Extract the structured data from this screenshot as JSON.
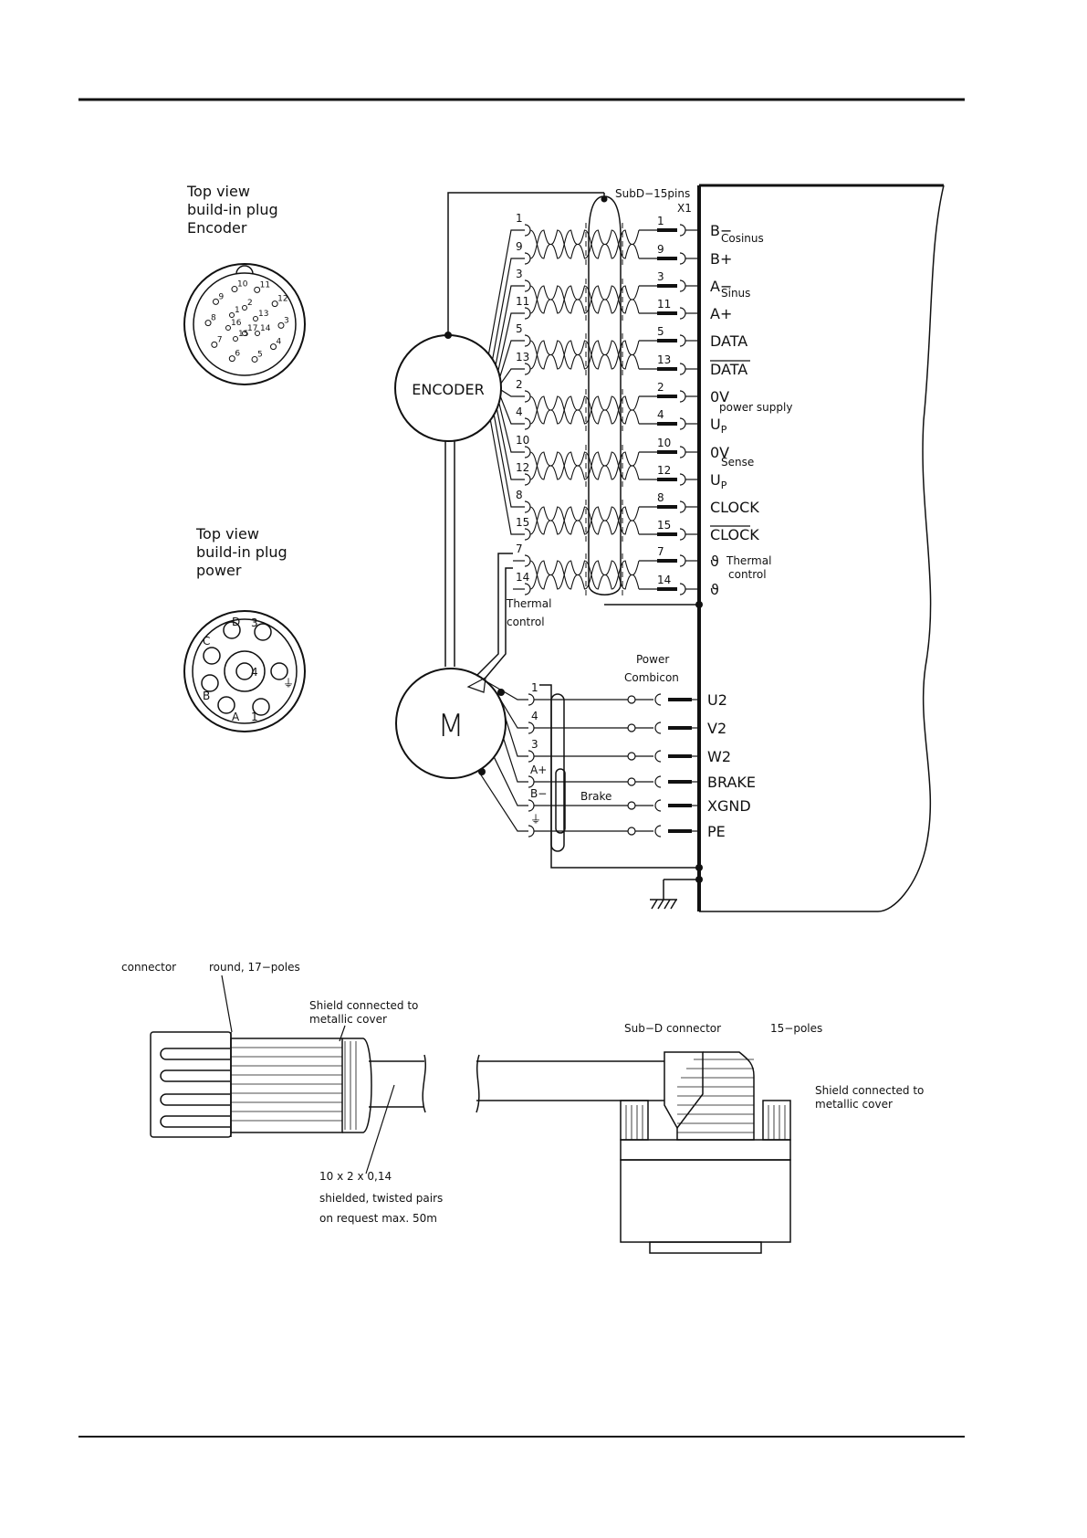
{
  "encoder_plug": {
    "title_lines": [
      "Top view",
      "build-in plug",
      "Encoder"
    ]
  },
  "power_plug": {
    "title_lines": [
      "Top view",
      "build-in plug",
      "power"
    ]
  },
  "encoder_pins_face": [
    "1",
    "2",
    "3",
    "4",
    "5",
    "6",
    "7",
    "8",
    "9",
    "10",
    "11",
    "12",
    "13",
    "14",
    "15",
    "16",
    "17"
  ],
  "power_pins_face": [
    "D",
    "3",
    "C",
    "4",
    "B",
    "A",
    "1",
    "⏚"
  ],
  "subd": {
    "label": "SubD−15pins",
    "x1": "X1"
  },
  "encoder_label": "ENCODER",
  "motor_label": "M",
  "encoder_rows": [
    {
      "wire": "1",
      "pin": "1",
      "signal": "B−",
      "overline": false
    },
    {
      "wire": "9",
      "pin": "9",
      "signal": "B+",
      "overline": false
    },
    {
      "wire": "3",
      "pin": "3",
      "signal": "A−",
      "overline": false
    },
    {
      "wire": "11",
      "pin": "11",
      "signal": "A+",
      "overline": false
    },
    {
      "wire": "5",
      "pin": "5",
      "signal": "DATA",
      "overline": false
    },
    {
      "wire": "13",
      "pin": "13",
      "signal": "DATA",
      "overline": true
    },
    {
      "wire": "2",
      "pin": "2",
      "signal": "0V",
      "overline": false
    },
    {
      "wire": "4",
      "pin": "4",
      "signal": "U",
      "sub": "P",
      "overline": false
    },
    {
      "wire": "10",
      "pin": "10",
      "signal": "0V",
      "overline": false
    },
    {
      "wire": "12",
      "pin": "12",
      "signal": "U",
      "sub": "P",
      "overline": false
    },
    {
      "wire": "8",
      "pin": "8",
      "signal": "CLOCK",
      "overline": false
    },
    {
      "wire": "15",
      "pin": "15",
      "signal": "CLOCK",
      "overline": true
    },
    {
      "wire": "7",
      "pin": "7",
      "signal": "ϑ",
      "overline": false
    },
    {
      "wire": "14",
      "pin": "14",
      "signal": "ϑ",
      "overline": false
    }
  ],
  "pair_notes": [
    "Cosinus",
    "Sinus",
    "power supply",
    "Sense",
    "Thermal",
    "control"
  ],
  "thermal_wire_label": [
    "Thermal",
    "control"
  ],
  "power_connector": {
    "title": [
      "Power",
      "Combicon"
    ],
    "rows": [
      {
        "wire": "1",
        "signal": "U2"
      },
      {
        "wire": "4",
        "signal": "V2"
      },
      {
        "wire": "3",
        "signal": "W2"
      },
      {
        "wire": "A+",
        "signal": "BRAKE"
      },
      {
        "wire": "B−",
        "signal": "XGND"
      },
      {
        "wire": "⏚",
        "signal": "PE"
      }
    ],
    "brake_label": "Brake"
  },
  "cable": {
    "left_conn": "connector",
    "left_conn_type": "round, 17−poles",
    "shield_left": [
      "Shield connected to",
      "metallic cover"
    ],
    "cable_spec": [
      "10 x 2 x 0,14",
      "shielded, twisted pairs",
      "on request max. 50m"
    ],
    "subd_conn": "Sub−D connector",
    "subd_poles": "15−poles",
    "shield_right": [
      "Shield connected to",
      "metallic cover"
    ]
  }
}
